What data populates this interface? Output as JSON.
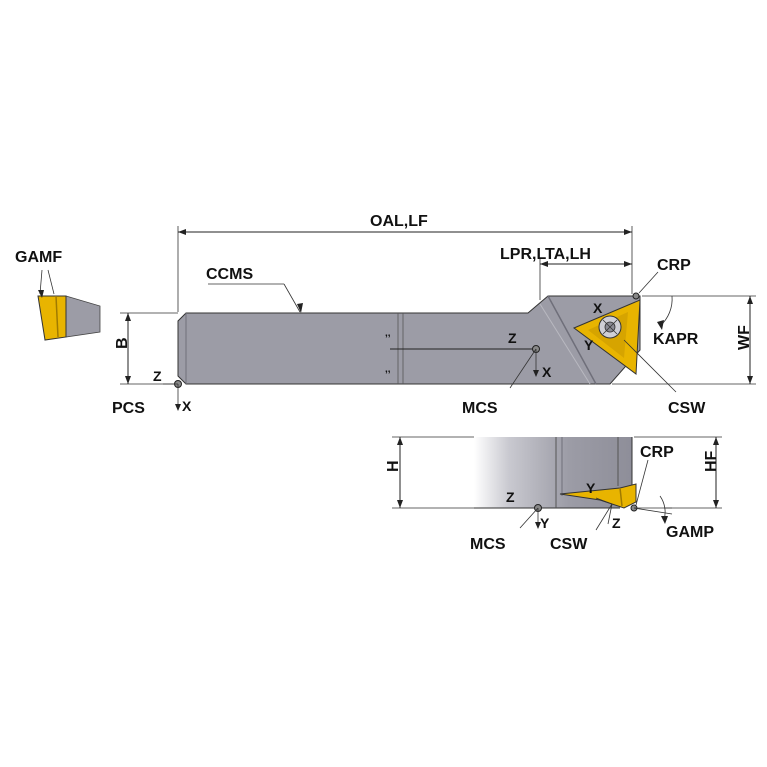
{
  "labels": {
    "gamf": "GAMF",
    "oal_lf": "OAL,LF",
    "lpr_lta_lh": "LPR,LTA,LH",
    "crp_top": "CRP",
    "ccms": "CCMS",
    "kapr": "KAPR",
    "wf": "WF",
    "b": "B",
    "pcs": "PCS",
    "mcs_top": "MCS",
    "csw_top": "CSW",
    "h": "H",
    "hf": "HF",
    "crp_side": "CRP",
    "gamp": "GAMP",
    "mcs_side": "MCS",
    "csw_side": "CSW",
    "axis_x": "X",
    "axis_y": "Y",
    "axis_z": "Z"
  },
  "colors": {
    "body": "#9c9ca6",
    "body_dark": "#6f6f7a",
    "insert": "#e8b400",
    "insert_dark": "#a07a00",
    "line": "#222222"
  }
}
